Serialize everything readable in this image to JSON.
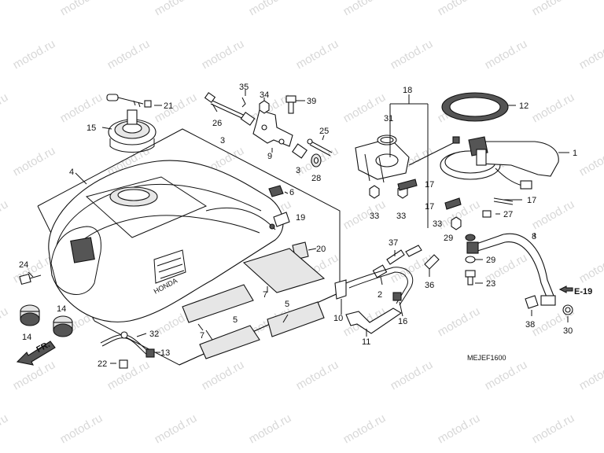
{
  "watermark": "motod.ru",
  "diagram_code": "MEJEF1600",
  "ref_label": "E-19",
  "direction_label": "FR.",
  "brand_text": "HONDA",
  "callouts": [
    {
      "id": "c1",
      "text": "1"
    },
    {
      "id": "c2",
      "text": "2"
    },
    {
      "id": "c3a",
      "text": "3"
    },
    {
      "id": "c3b",
      "text": "3"
    },
    {
      "id": "c4",
      "text": "4"
    },
    {
      "id": "c5a",
      "text": "5"
    },
    {
      "id": "c5b",
      "text": "5"
    },
    {
      "id": "c6",
      "text": "6"
    },
    {
      "id": "c7a",
      "text": "7"
    },
    {
      "id": "c7b",
      "text": "7"
    },
    {
      "id": "c8",
      "text": "8"
    },
    {
      "id": "c9",
      "text": "9"
    },
    {
      "id": "c10",
      "text": "10"
    },
    {
      "id": "c11",
      "text": "11"
    },
    {
      "id": "c12",
      "text": "12"
    },
    {
      "id": "c13",
      "text": "13"
    },
    {
      "id": "c14a",
      "text": "14"
    },
    {
      "id": "c14b",
      "text": "14"
    },
    {
      "id": "c15",
      "text": "15"
    },
    {
      "id": "c16",
      "text": "16"
    },
    {
      "id": "c17a",
      "text": "17"
    },
    {
      "id": "c17b",
      "text": "17"
    },
    {
      "id": "c17c",
      "text": "17"
    },
    {
      "id": "c18",
      "text": "18"
    },
    {
      "id": "c19",
      "text": "19"
    },
    {
      "id": "c20",
      "text": "20"
    },
    {
      "id": "c21",
      "text": "21"
    },
    {
      "id": "c22",
      "text": "22"
    },
    {
      "id": "c23",
      "text": "23"
    },
    {
      "id": "c24",
      "text": "24"
    },
    {
      "id": "c25",
      "text": "25"
    },
    {
      "id": "c26",
      "text": "26"
    },
    {
      "id": "c27",
      "text": "27"
    },
    {
      "id": "c28",
      "text": "28"
    },
    {
      "id": "c29a",
      "text": "29"
    },
    {
      "id": "c29b",
      "text": "29"
    },
    {
      "id": "c30",
      "text": "30"
    },
    {
      "id": "c31",
      "text": "31"
    },
    {
      "id": "c32",
      "text": "32"
    },
    {
      "id": "c33a",
      "text": "33"
    },
    {
      "id": "c33b",
      "text": "33"
    },
    {
      "id": "c33c",
      "text": "33"
    },
    {
      "id": "c34",
      "text": "34"
    },
    {
      "id": "c35",
      "text": "35"
    },
    {
      "id": "c36",
      "text": "36"
    },
    {
      "id": "c37",
      "text": "37"
    },
    {
      "id": "c38",
      "text": "38"
    },
    {
      "id": "c39",
      "text": "39"
    }
  ]
}
